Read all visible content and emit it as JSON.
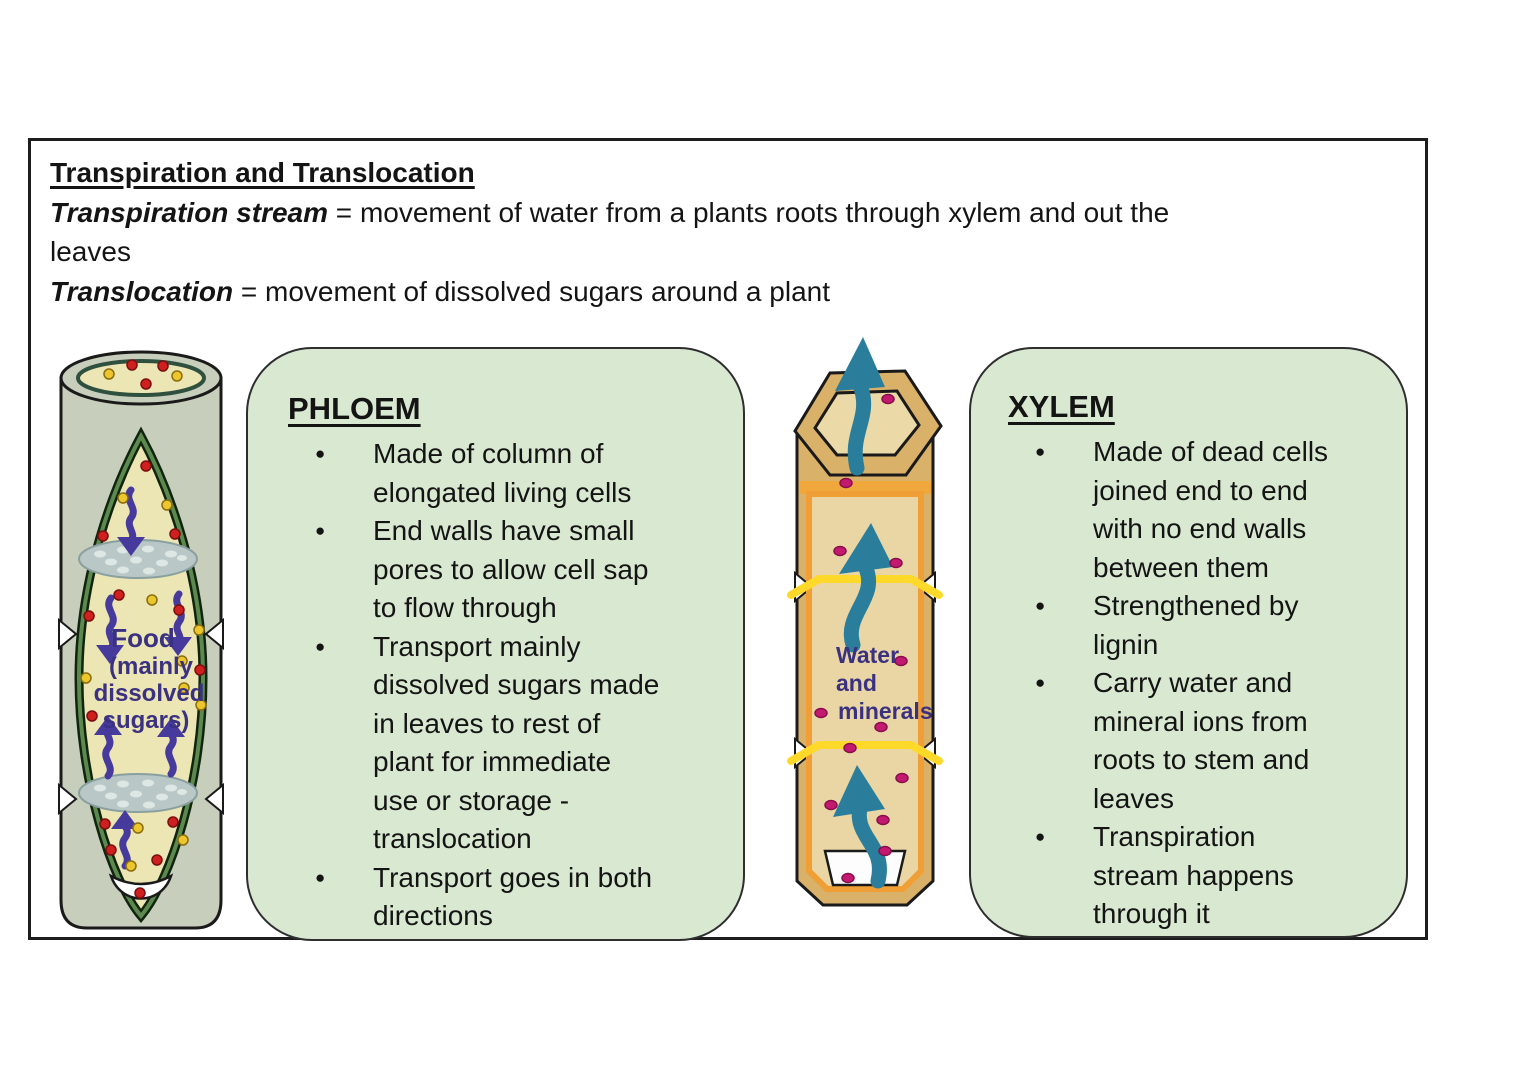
{
  "document": {
    "title": "Transpiration and Translocation",
    "definitions": [
      {
        "term": "Transpiration stream",
        "rest": " = movement of water from a plants roots through xylem and out the\nleaves"
      },
      {
        "term": "Translocation",
        "rest": " = movement of dissolved sugars around a plant"
      }
    ]
  },
  "bullet_char": "●",
  "phloem_panel": {
    "heading": "PHLOEM",
    "bullets": [
      "Made of column of\nelongated living cells",
      "End walls have small\npores to allow cell sap\nto flow through",
      "Transport mainly\ndissolved sugars made\nin leaves to rest of\nplant for immediate\nuse or storage -\ntranslocation",
      "Transport goes in both\ndirections"
    ]
  },
  "xylem_panel": {
    "heading": "XYLEM",
    "bullets": [
      "Made of dead cells\njoined end to end\nwith no end walls\nbetween them",
      "Strengthened by\nlignin",
      "Carry water and\nmineral  ions from\nroots to stem and\nleaves",
      "Transpiration\nstream happens\nthrough it"
    ]
  },
  "phloem_diagram": {
    "label_lines": [
      "Food",
      "(mainly",
      "dissolved",
      "sugars)"
    ]
  },
  "xylem_diagram": {
    "label_lines": [
      "Water",
      "and",
      "minerals"
    ]
  },
  "colors": {
    "panel_bg": "#d9e8d1",
    "panel_border": "#2e2e2e",
    "frame_border": "#1d1d1d",
    "diagram_label": "#3b3181",
    "teal_arrow": "#2a7e9b",
    "purple_arrow": "#463a9c",
    "red_dot": "#cf1f1f",
    "yellow_dot": "#ecc62c",
    "magenta_dot": "#c11a6e",
    "phloem_wall": "#c7cebb",
    "phloem_sap": "#ece5b4",
    "sieve_plate": "#b9c7c7",
    "xylem_wall": "#d9b169",
    "xylem_top_face": "#ecd9a8",
    "xylem_inner": "#e9d6a4",
    "xylem_band": "#f0a83c",
    "xylem_zigzag": "#ffd92a"
  }
}
